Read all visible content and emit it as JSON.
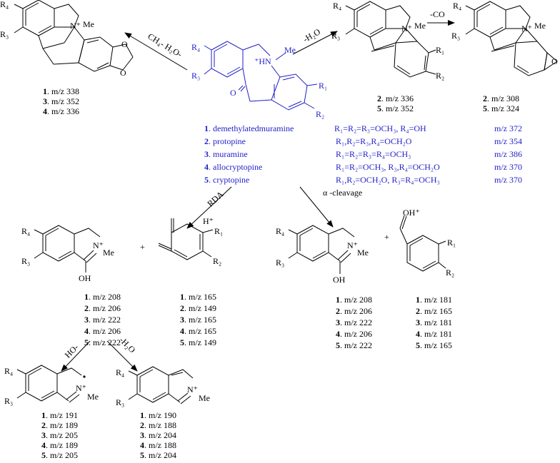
{
  "reagents": {
    "top_left": "CH₄- H₂O-",
    "top_right": "-H₂O",
    "far_right": "-CO",
    "rda": "RDA",
    "alpha": "α -cleavage",
    "ho": "HO-",
    "h2o": "-H₂O"
  },
  "atom_labels": {
    "r1": "R₁",
    "r2": "R₂",
    "r3": "R₃",
    "r4": "R₄",
    "me": "Me",
    "oh": "OH",
    "o": "O",
    "h": "H⁺",
    "plus": "+",
    "nplus_h": "⁺HN",
    "n": "N",
    "n_plus": "N⁺",
    "oh_plus": "OH⁺"
  },
  "compounds": [
    {
      "num": "1",
      "name": "demethylatedmuramine",
      "subst": "R₁=R₂=R₃=OCH₃, R₄=OH",
      "mz": "m/z 372"
    },
    {
      "num": "2",
      "name": "protopine",
      "subst": "R₁,R₂=R₃,R₄=OCH₂O",
      "mz": "m/z 354"
    },
    {
      "num": "3",
      "name": "muramine",
      "subst": "R₁=R₂=R₃=R₄=OCH₃",
      "mz": "m/z 386"
    },
    {
      "num": "4",
      "name": "allocryptopine",
      "subst": "R₁=R₂=OCH₃,  R₃,R₄=OCH₂O",
      "mz": "m/z 370"
    },
    {
      "num": "5",
      "name": "cryptopine",
      "subst": "R₁,R₂=OCH₂O,  R₃=R₄=OCH₃",
      "mz": "m/z 370"
    }
  ],
  "lists": {
    "top_left": [
      {
        "n": "1",
        "mz": ". m/z  338"
      },
      {
        "n": "3",
        "mz": ". m/z  352"
      },
      {
        "n": "4",
        "mz": ". m/z  336"
      }
    ],
    "top_right": [
      {
        "n": "2",
        "mz": ". m/z  336"
      },
      {
        "n": "5",
        "mz": ". m/z  352"
      }
    ],
    "far_right": [
      {
        "n": "2",
        "mz": ". m/z  308"
      },
      {
        "n": "5",
        "mz": ". m/z  324"
      }
    ],
    "rda_left": [
      {
        "n": "1",
        "mz": ". m/z  208"
      },
      {
        "n": "2",
        "mz": ". m/z  206"
      },
      {
        "n": "3",
        "mz": ". m/z  222"
      },
      {
        "n": "4",
        "mz": ". m/z  206"
      },
      {
        "n": "5",
        "mz": ". m/z  222"
      }
    ],
    "rda_right": [
      {
        "n": "1",
        "mz": ". m/z  165"
      },
      {
        "n": "2",
        "mz": ". m/z  149"
      },
      {
        "n": "3",
        "mz": ". m/z  165"
      },
      {
        "n": "4",
        "mz": ". m/z  165"
      },
      {
        "n": "5",
        "mz": ". m/z  149"
      }
    ],
    "alpha_left": [
      {
        "n": "1",
        "mz": ". m/z  208"
      },
      {
        "n": "2",
        "mz": ". m/z  206"
      },
      {
        "n": "3",
        "mz": ". m/z  222"
      },
      {
        "n": "4",
        "mz": ". m/z  206"
      },
      {
        "n": "5",
        "mz": ". m/z  222"
      }
    ],
    "alpha_right": [
      {
        "n": "1",
        "mz": ". m/z  181"
      },
      {
        "n": "2",
        "mz": ". m/z  165"
      },
      {
        "n": "3",
        "mz": ". m/z  181"
      },
      {
        "n": "4",
        "mz": ". m/z  181"
      },
      {
        "n": "5",
        "mz": ". m/z  165"
      }
    ],
    "ho_list": [
      {
        "n": "1",
        "mz": ". m/z  191"
      },
      {
        "n": "2",
        "mz": ". m/z  189"
      },
      {
        "n": "3",
        "mz": ". m/z  205"
      },
      {
        "n": "4",
        "mz": ". m/z  189"
      },
      {
        "n": "5",
        "mz": ". m/z  205"
      }
    ],
    "h2o_list": [
      {
        "n": "1",
        "mz": ". m/z  190"
      },
      {
        "n": "2",
        "mz": ". m/z  188"
      },
      {
        "n": "3",
        "mz": ". m/z  204"
      },
      {
        "n": "4",
        "mz": ". m/z  188"
      },
      {
        "n": "5",
        "mz": ". m/z  204"
      }
    ]
  },
  "colors": {
    "structure_blue": "#1f1fc8",
    "ink": "#000000"
  }
}
